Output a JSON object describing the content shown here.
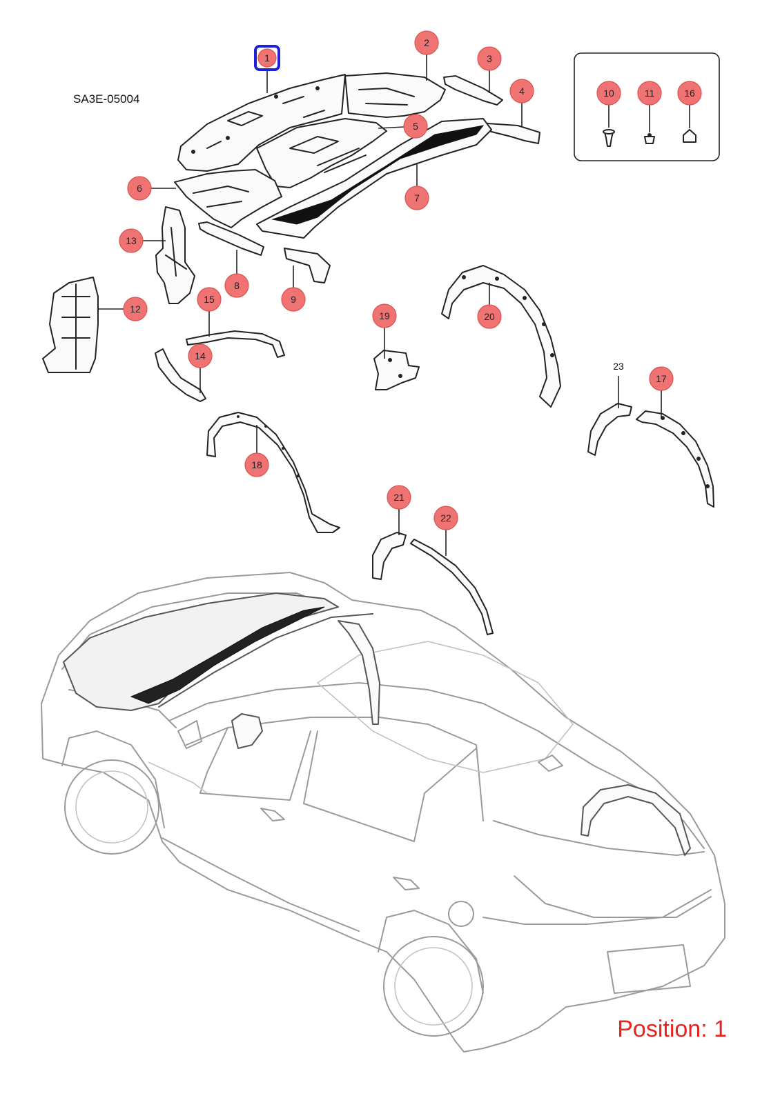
{
  "diagram": {
    "code": "SA3E-05004",
    "position_label": "Position: 1",
    "selected_part": "1",
    "colors": {
      "callout_fill": "#f07373",
      "callout_stroke": "#d9534f",
      "selected_outline": "#1f1fd6",
      "position_text": "#e8231f",
      "part_stroke": "#222222",
      "car_stroke": "#9a9a9a"
    },
    "callouts": [
      "1",
      "2",
      "3",
      "4",
      "5",
      "6",
      "7",
      "8",
      "9",
      "10",
      "11",
      "12",
      "13",
      "14",
      "15",
      "16",
      "17",
      "18",
      "19",
      "20",
      "21",
      "22",
      "23"
    ],
    "fastener_box_parts": [
      "10",
      "11",
      "16"
    ],
    "plain_labels": [
      "23"
    ]
  }
}
